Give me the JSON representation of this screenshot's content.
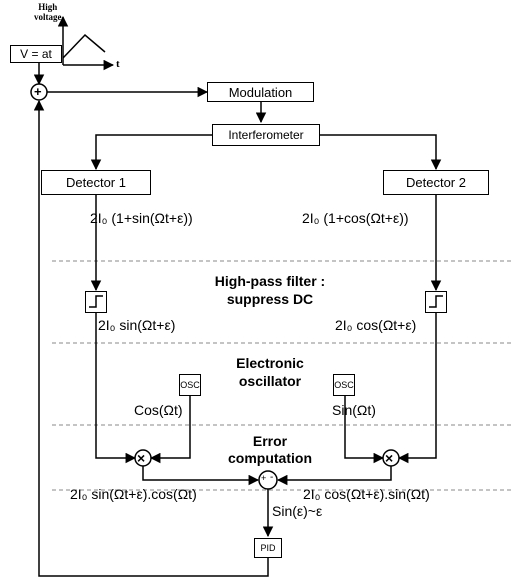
{
  "ramp_labels": {
    "high_voltage_1": "High",
    "high_voltage_2": "voltage",
    "t_axis": "t"
  },
  "boxes": {
    "voltage_ramp": "V = at",
    "modulation": "Modulation",
    "interferometer": "Interferometer",
    "detector_1": "Detector 1",
    "detector_2": "Detector 2",
    "osc_left": "OSC",
    "osc_right": "OSC",
    "pid": "PID"
  },
  "signals": {
    "detector_1_out": "2I₀ (1+sin(Ωt+ε))",
    "detector_2_out": "2I₀ (1+cos(Ωt+ε))",
    "hp_left_out": "2I₀ sin(Ωt+ε)",
    "hp_right_out": "2I₀ cos(Ωt+ε)",
    "osc_left_out": "Cos(Ωt)",
    "osc_right_out": "Sin(Ωt)",
    "mix_left_out": "2I₀ sin(Ωt+ε).cos(Ωt)",
    "mix_right_out": "2I₀ cos(Ωt+ε).sin(Ωt)",
    "error_out": "Sin(ε)~ε"
  },
  "stages": {
    "high_pass_1": "High-pass filter :",
    "high_pass_2": "suppress DC",
    "oscillator_1": "Electronic",
    "oscillator_2": "oscillator",
    "error_1": "Error",
    "error_2": "computation"
  },
  "symbols": {
    "adder": "+",
    "mixer": "×",
    "subtractor_plus": "+",
    "subtractor_minus": "-"
  }
}
